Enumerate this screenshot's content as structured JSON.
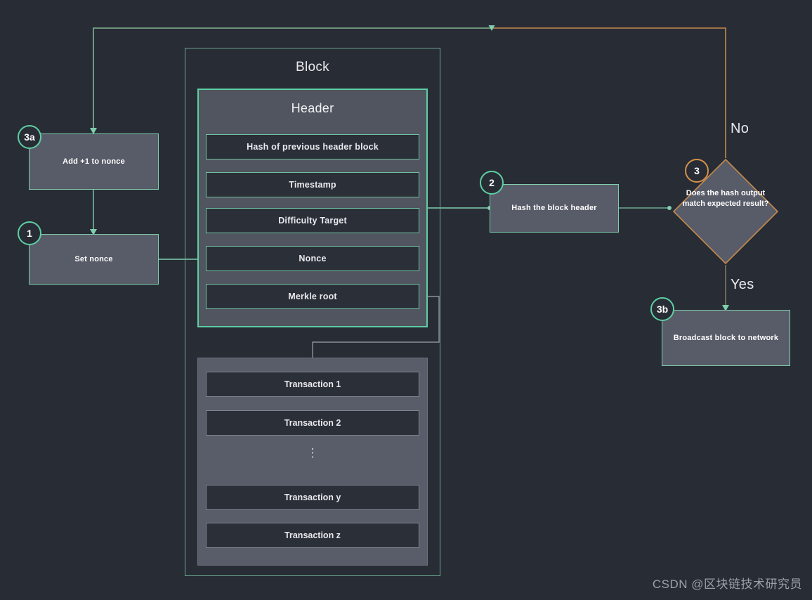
{
  "diagram": {
    "background_color": "#282c35",
    "accent_teal": "#5dcfa4",
    "accent_orange": "#d4924a",
    "box_fill": "#585c68",
    "panel_fill": "#51555f",
    "field_fill": "#2b2f38"
  },
  "block": {
    "title": "Block",
    "header": {
      "title": "Header",
      "fields": [
        "Hash of previous header block",
        "Timestamp",
        "Difficulty Target",
        "Nonce",
        "Merkle root"
      ]
    },
    "transactions": {
      "items": [
        "Transaction 1",
        "Transaction 2",
        "Transaction y",
        "Transaction z"
      ],
      "ellipsis": "⋮"
    }
  },
  "steps": {
    "add_nonce": {
      "badge": "3a",
      "label": "Add +1 to nonce"
    },
    "set_nonce": {
      "badge": "1",
      "label": "Set nonce"
    },
    "hash_header": {
      "badge": "2",
      "label": "Hash the block header"
    },
    "decision": {
      "badge": "3",
      "label": "Does the hash output match expected result?"
    },
    "broadcast": {
      "badge": "3b",
      "label": "Broadcast block to network"
    }
  },
  "branches": {
    "no": "No",
    "yes": "Yes"
  },
  "watermark": "CSDN @区块链技术研究员"
}
